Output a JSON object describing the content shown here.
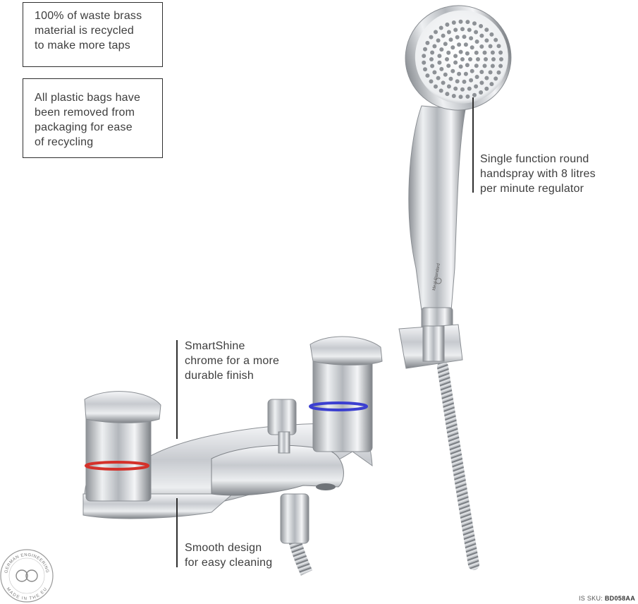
{
  "info_boxes": [
    {
      "lines": [
        "100% of waste brass",
        "material is recycled",
        "to make more taps"
      ]
    },
    {
      "lines": [
        "All plastic bags have",
        "been removed from",
        "packaging for ease",
        "of recycling"
      ]
    }
  ],
  "callouts": {
    "handspray": [
      "Single function round",
      "handspray with 8 litres",
      "per minute regulator"
    ],
    "smartshine": [
      "SmartShine",
      "chrome for a more",
      "durable finish"
    ],
    "smooth": [
      "Smooth design",
      "for easy cleaning"
    ]
  },
  "badge": {
    "top_text": "GERMAN ENGINEERING",
    "bottom_text": "MADE IN THE EU"
  },
  "sku": {
    "label": "IS SKU:",
    "value": "BD058AA"
  },
  "handset_logo_text": "Ideal Standard",
  "colors": {
    "hot_ring": "#d4312a",
    "cold_ring": "#3b3fd0",
    "chrome": "#c9ccd0",
    "outline": "#2f2f2f"
  }
}
